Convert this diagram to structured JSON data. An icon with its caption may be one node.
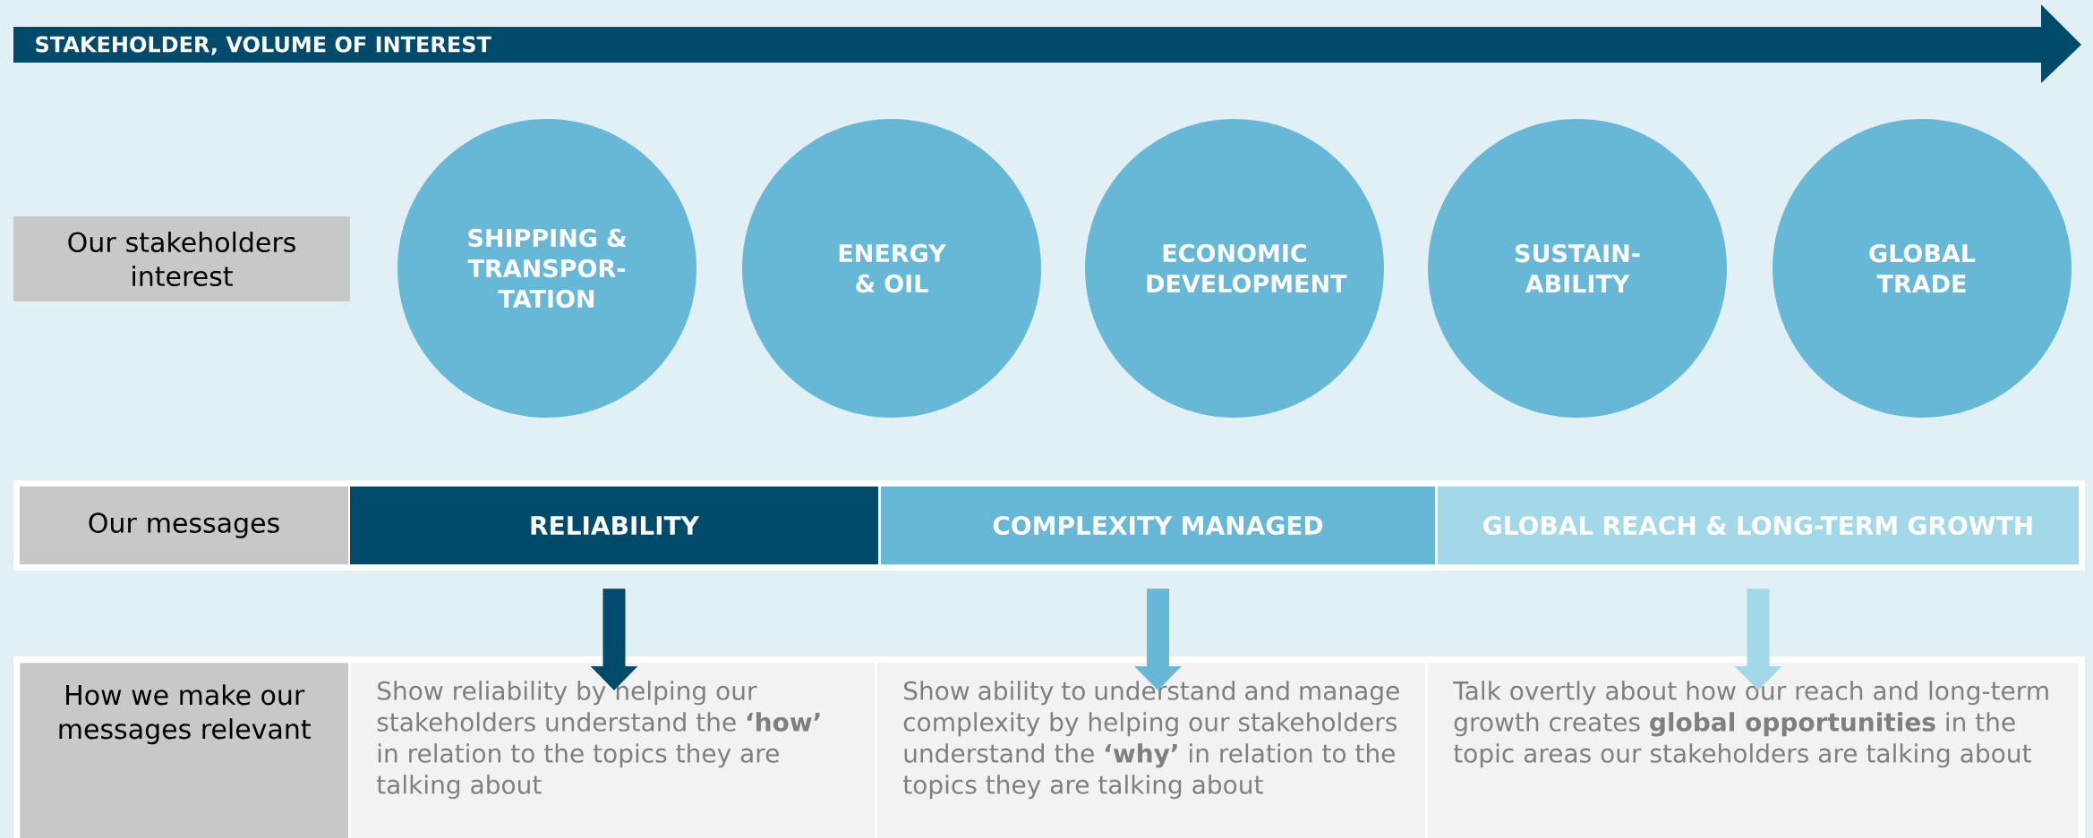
{
  "diagram": {
    "nodes": [
      {
        "text": [
          "Our stakeholders interest"
        ]
      },
      {
        "text": [
          "SHIPPING & TRANSPOR-TATION"
        ]
      },
      {
        "text": [
          "ENERGY & OIL"
        ]
      },
      {
        "text": [
          "ECONOMIC DEVELOPMENT"
        ]
      },
      {
        "text": [
          "SUSTAIN-ABILITY"
        ]
      },
      {
        "text": [
          "GLOBAL TRADE"
        ]
      },
      {
        "text": [
          "Our messages"
        ]
      },
      {
        "text": [
          "RELIABILITY"
        ]
      },
      {
        "text": [
          "COMPLEXITY MANAGED"
        ]
      },
      {
        "text": [
          "GLOBAL REACH & LONG-TERM GROWTH"
        ]
      },
      {
        "text": [
          "How we make our messages relevant"
        ]
      },
      {
        "text": [
          "Show reliability by helping our stakeholders understand the **‘how’** in relation to the topics they are talking about"
        ]
      },
      {
        "text": [
          "Show ability to understand and manage complexity by helping our stakeholders understand the **‘why’** in relation to the topics they are talking about"
        ]
      },
      {
        "text": [
          "Talk overtly about how our reach and long-term growth creates **global opportunities** in the topic areas our stakeholders are talking about"
        ]
      }
    ],
    "edges": [
      {
        "from": 7,
        "to": 11,
        "arrow": "to",
        "color": "#004b6b"
      },
      {
        "from": 8,
        "to": 12,
        "arrow": "to",
        "color": "#67b7d6"
      },
      {
        "from": 9,
        "to": 13,
        "arrow": "to",
        "color": "#a3d8e8"
      }
    ],
    "labels": [
      "STAKEHOLDER, VOLUME OF INTEREST"
    ]
  }
}
